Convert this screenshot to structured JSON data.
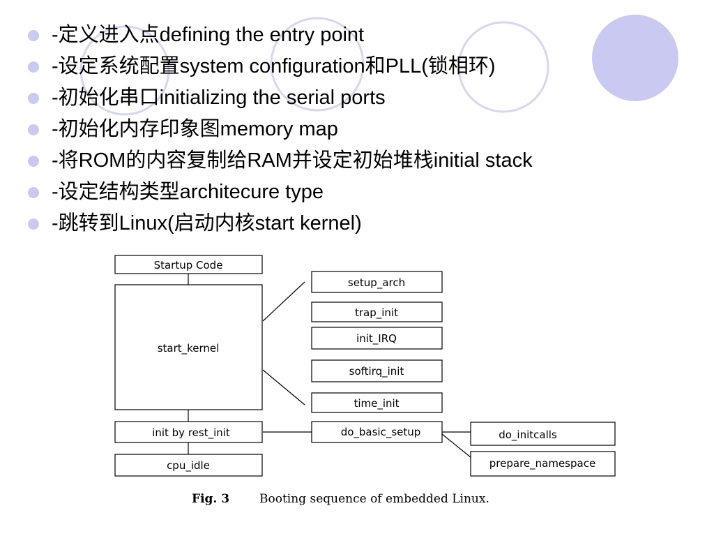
{
  "theme": {
    "bullet_color": "#c9c9f2",
    "circle_fill": "#c9c9f2",
    "circle_stroke": "#d6d6ee"
  },
  "bullets": [
    {
      "text": "-定义进入点defining the entry point"
    },
    {
      "text": "-设定系统配置system configuration和PLL(锁相环)"
    },
    {
      "text": "-初始化串口initializing the serial ports"
    },
    {
      "text": "-初始化内存印象图memory map"
    },
    {
      "text": "-将ROM的内容复制给RAM并设定初始堆栈initial stack"
    },
    {
      "text": "-设定结构类型architecure type"
    },
    {
      "text": "-跳转到Linux(启动内核start kernel)"
    }
  ],
  "diagram": {
    "startup_code": "Startup Code",
    "start_kernel": "start_kernel",
    "init_by_rest_init": "init by rest_init",
    "cpu_idle": "cpu_idle",
    "setup_arch": "setup_arch",
    "trap_init": "trap_init",
    "init_irq": "init_IRQ",
    "softirq_init": "softirq_init",
    "time_init": "time_init",
    "do_basic_setup": "do_basic_setup",
    "do_initcalls": "do_initcalls",
    "prepare_namespace": "prepare_namespace",
    "caption_label": "Fig. 3",
    "caption_text": "Booting sequence of embedded Linux."
  }
}
